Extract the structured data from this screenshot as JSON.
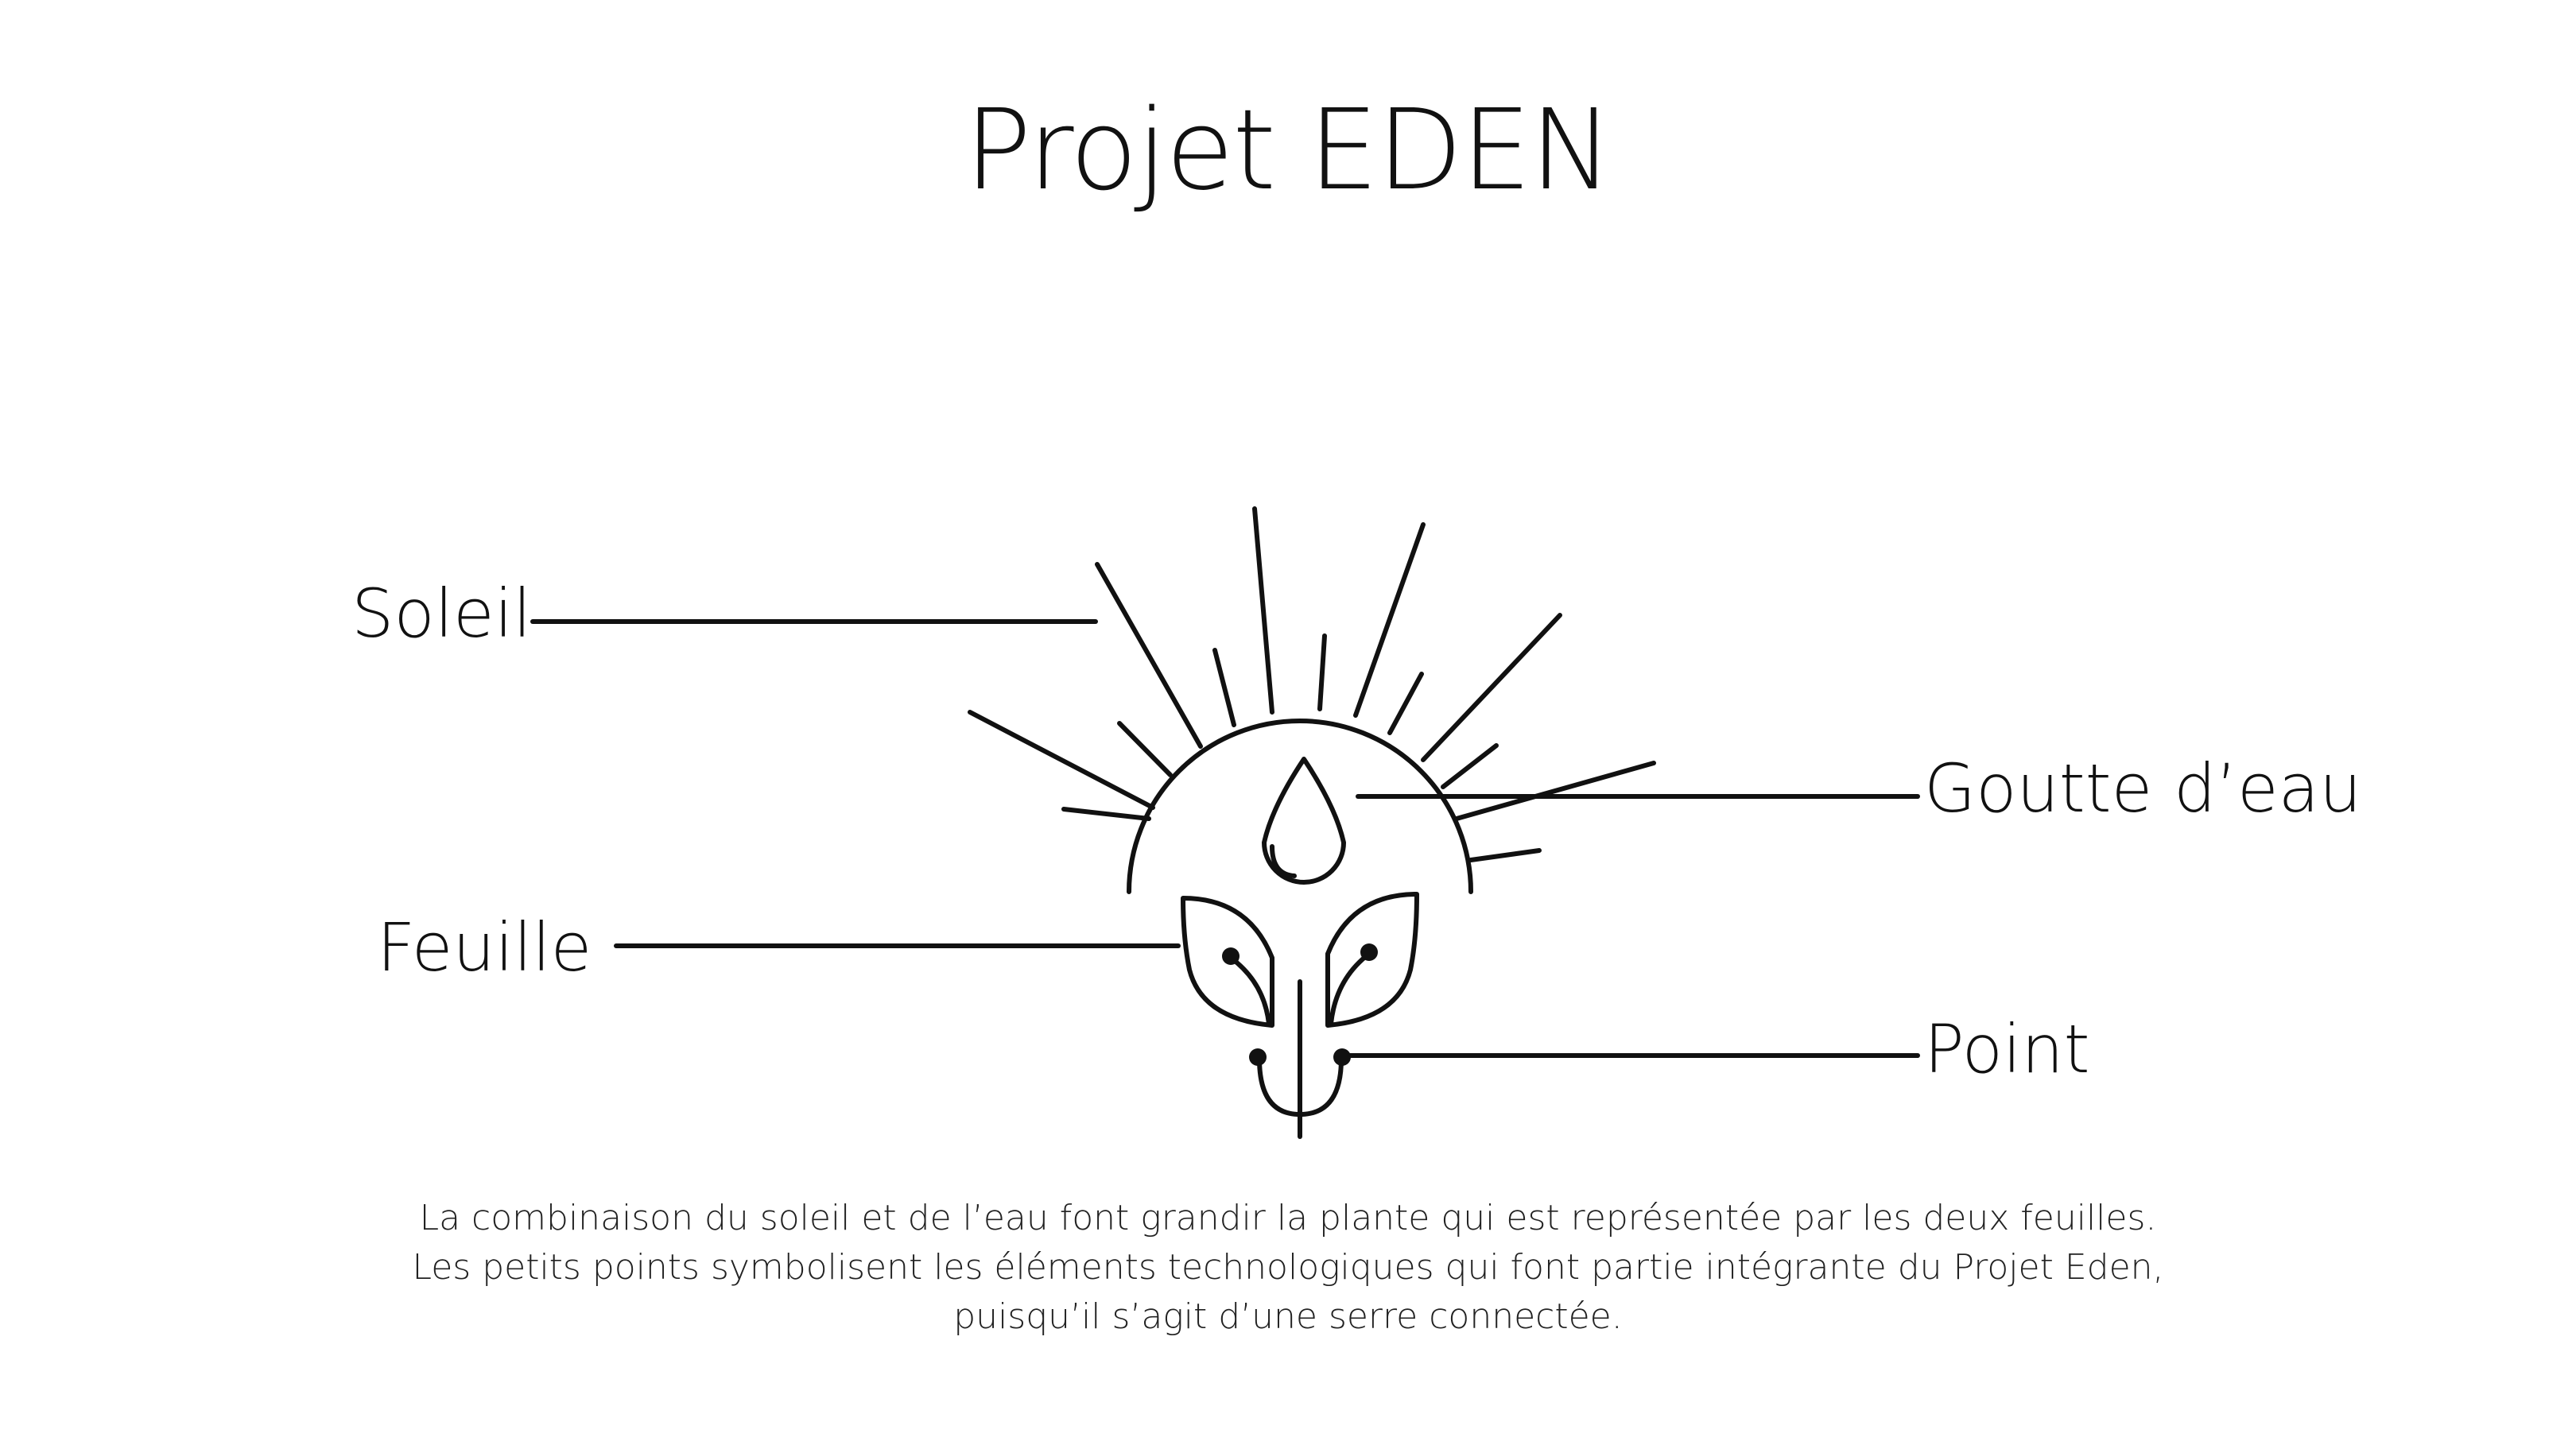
{
  "title": "Projet EDEN",
  "labels": {
    "soleil": "Soleil",
    "goutte": "Goutte d’eau",
    "feuille": "Feuille",
    "point": "Point"
  },
  "caption": {
    "line1": "La combinaison du soleil et de l’eau font grandir la plante qui est représentée par les deux feuilles.",
    "line2": "Les petits points symbolisent les éléments technologiques qui font partie intégrante du Projet Eden,",
    "line3": "puisqu’il s’agit d’une serre connectée."
  },
  "colors": {
    "stroke": "#111111",
    "background": "#ffffff"
  }
}
